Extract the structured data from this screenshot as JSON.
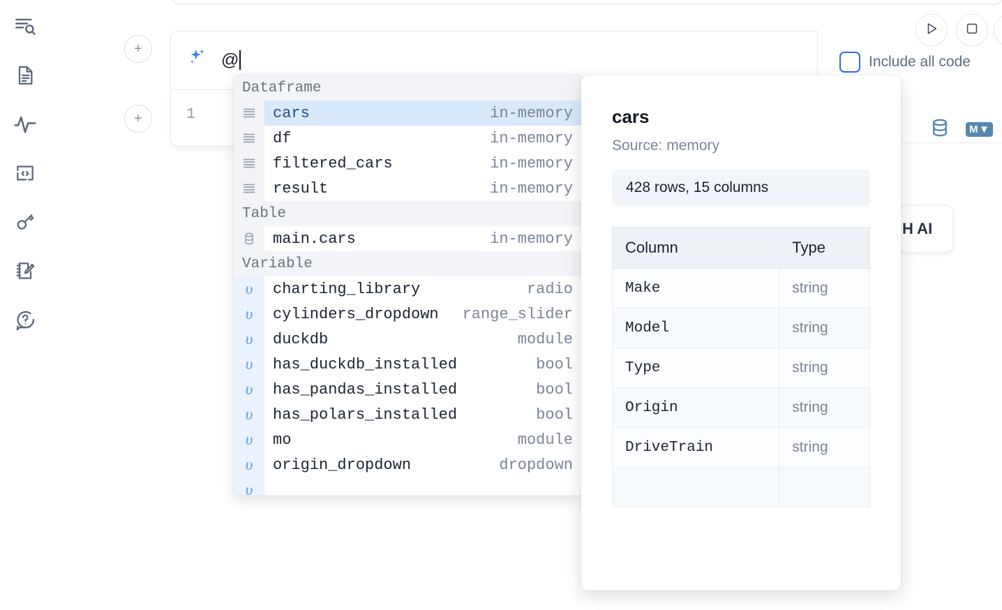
{
  "sidebar": {
    "items": [
      {
        "name": "outline-search-icon",
        "label": "Explore"
      },
      {
        "name": "document-icon",
        "label": "Notebook"
      },
      {
        "name": "activity-pulse-icon",
        "label": "Activity"
      },
      {
        "name": "code-snippet-icon",
        "label": "Snippets"
      },
      {
        "name": "key-icon",
        "label": "Secrets"
      },
      {
        "name": "scratchpad-edit-icon",
        "label": "Scratchpad"
      },
      {
        "name": "help-chat-icon",
        "label": "Help"
      }
    ]
  },
  "cell": {
    "add_label": "+",
    "line_number": "1",
    "ai_prompt_value": "@",
    "ai_icon": "sparkle-icon",
    "include_all_code_label": "Include all code",
    "include_all_code_checked": false,
    "run_icon": "play-icon",
    "stop_icon": "stop-icon",
    "database_icon": "database-icon",
    "markdown_icon": "markdown-icon",
    "markdown_label": "M",
    "ai_button_label": "H AI"
  },
  "autocomplete": {
    "groups": [
      {
        "label": "Dataframe",
        "icon": "dataframe-icon",
        "kind": "data",
        "items": [
          {
            "name": "cars",
            "type": "in-memory",
            "selected": true
          },
          {
            "name": "df",
            "type": "in-memory",
            "selected": false
          },
          {
            "name": "filtered_cars",
            "type": "in-memory",
            "selected": false
          },
          {
            "name": "result",
            "type": "in-memory",
            "selected": false
          }
        ]
      },
      {
        "label": "Table",
        "icon": "table-database-icon",
        "kind": "data",
        "items": [
          {
            "name": "main.cars",
            "type": "in-memory",
            "selected": false
          }
        ]
      },
      {
        "label": "Variable",
        "icon": "variable-icon",
        "kind": "var",
        "items": [
          {
            "name": "charting_library",
            "type": "radio",
            "selected": false
          },
          {
            "name": "cylinders_dropdown",
            "type": "range_slider",
            "selected": false
          },
          {
            "name": "duckdb",
            "type": "module",
            "selected": false
          },
          {
            "name": "has_duckdb_installed",
            "type": "bool",
            "selected": false
          },
          {
            "name": "has_pandas_installed",
            "type": "bool",
            "selected": false
          },
          {
            "name": "has_polars_installed",
            "type": "bool",
            "selected": false
          },
          {
            "name": "mo",
            "type": "module",
            "selected": false
          },
          {
            "name": "origin_dropdown",
            "type": "dropdown",
            "selected": false
          }
        ]
      }
    ],
    "variable_glyph": "υ"
  },
  "docs": {
    "title": "cars",
    "source": "Source: memory",
    "shape": "428 rows, 15 columns",
    "columns_header": "Column",
    "type_header": "Type",
    "rows": [
      {
        "column": "Make",
        "type": "string"
      },
      {
        "column": "Model",
        "type": "string"
      },
      {
        "column": "Type",
        "type": "string"
      },
      {
        "column": "Origin",
        "type": "string"
      },
      {
        "column": "DriveTrain",
        "type": "string"
      }
    ]
  },
  "colors": {
    "accent_blue": "#3b82f6",
    "selection_blue": "#d7e9fb",
    "icon_slate": "#5c677d",
    "muted_text": "#7b8496",
    "db_icon": "#5588b0"
  }
}
